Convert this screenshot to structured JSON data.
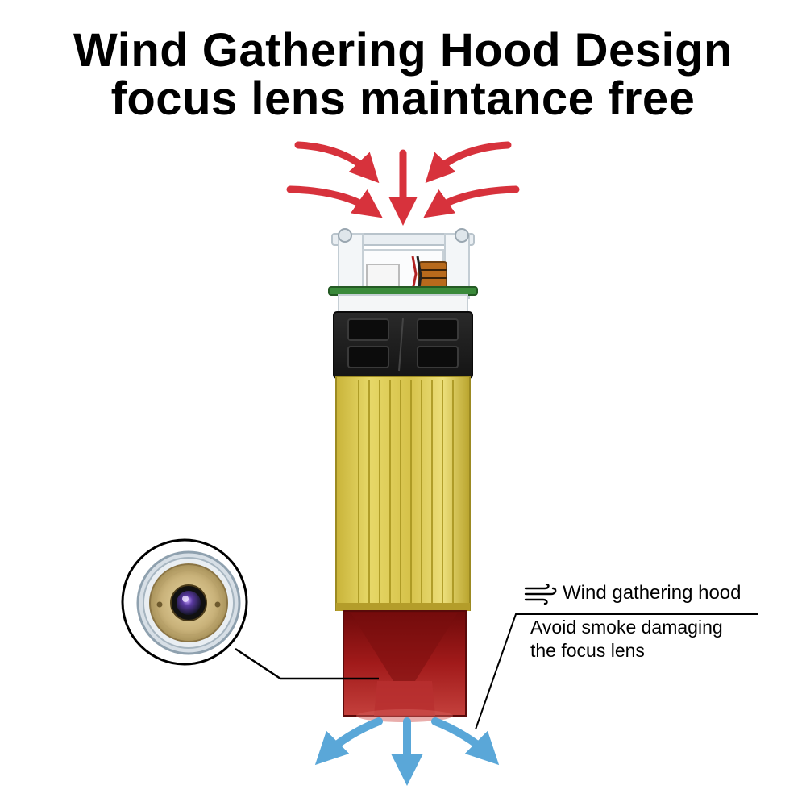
{
  "title": {
    "line1": "Wind Gathering Hood Design",
    "line2": "focus lens maintance free"
  },
  "callout": {
    "hood_label": "Wind gathering hood",
    "desc_line1": "Avoid smoke damaging",
    "desc_line2": "the focus lens"
  },
  "icons": {
    "wind": "wind-icon",
    "inflow_arrows": "arrow-down-icon",
    "outflow_arrows": "arrow-out-icon"
  },
  "colors": {
    "inflow_arrow": "#d7323c",
    "outflow_arrow": "#5aa7d8",
    "housing_gold": "#d8c44a",
    "hood_red": "#8c1414",
    "fan_black": "#1c1c1c"
  }
}
